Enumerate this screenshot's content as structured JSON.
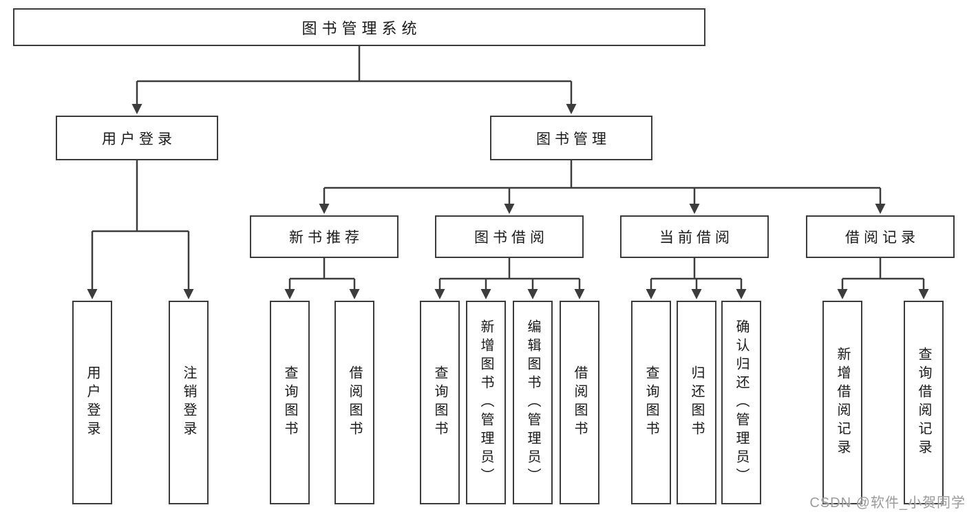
{
  "colors": {
    "line": "#3c3c3c",
    "text": "#1a1a1a",
    "watermark": "#9b9b9b",
    "background": "#ffffff"
  },
  "diagram": {
    "title": "图书管理系统",
    "modules": [
      {
        "label": "用户登录",
        "children": [
          {
            "label": "用户登录"
          },
          {
            "label": "注销登录"
          }
        ]
      },
      {
        "label": "图书管理",
        "submodules": [
          {
            "label": "新书推荐",
            "children": [
              {
                "label": "查询图书"
              },
              {
                "label": "借阅图书"
              }
            ]
          },
          {
            "label": "图书借阅",
            "children": [
              {
                "label": "查询图书"
              },
              {
                "label": "新增图书（管理员）"
              },
              {
                "label": "编辑图书（管理员）"
              },
              {
                "label": "借阅图书"
              }
            ]
          },
          {
            "label": "当前借阅",
            "children": [
              {
                "label": "查询图书"
              },
              {
                "label": "归还图书"
              },
              {
                "label": "确认归还（管理员）"
              }
            ]
          },
          {
            "label": "借阅记录",
            "children": [
              {
                "label": "新增借阅记录"
              },
              {
                "label": "查询借阅记录"
              }
            ]
          }
        ]
      }
    ]
  },
  "watermark": {
    "text": "CSDN @软件_小贺同学"
  }
}
